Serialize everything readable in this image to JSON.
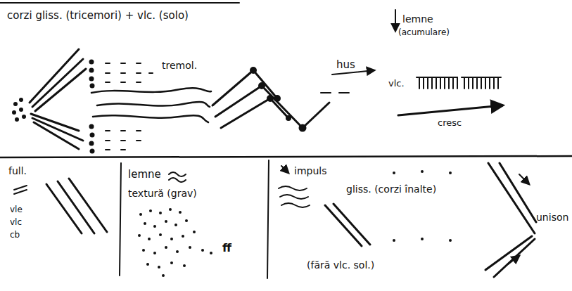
{
  "diagram": {
    "labels": [
      "corzi gliss. (tricemori) + vlc. (solo)",
      "tremol.",
      "hus",
      "lemne",
      "(acumulare)",
      "vlc.",
      "cresc",
      "full.",
      "vle",
      "vlc",
      "cb",
      "lemne",
      "textură (grav)",
      "ff",
      "impuls",
      "gliss. (corzi înalte)",
      "(fără vlc. sol.)",
      "unison"
    ]
  }
}
